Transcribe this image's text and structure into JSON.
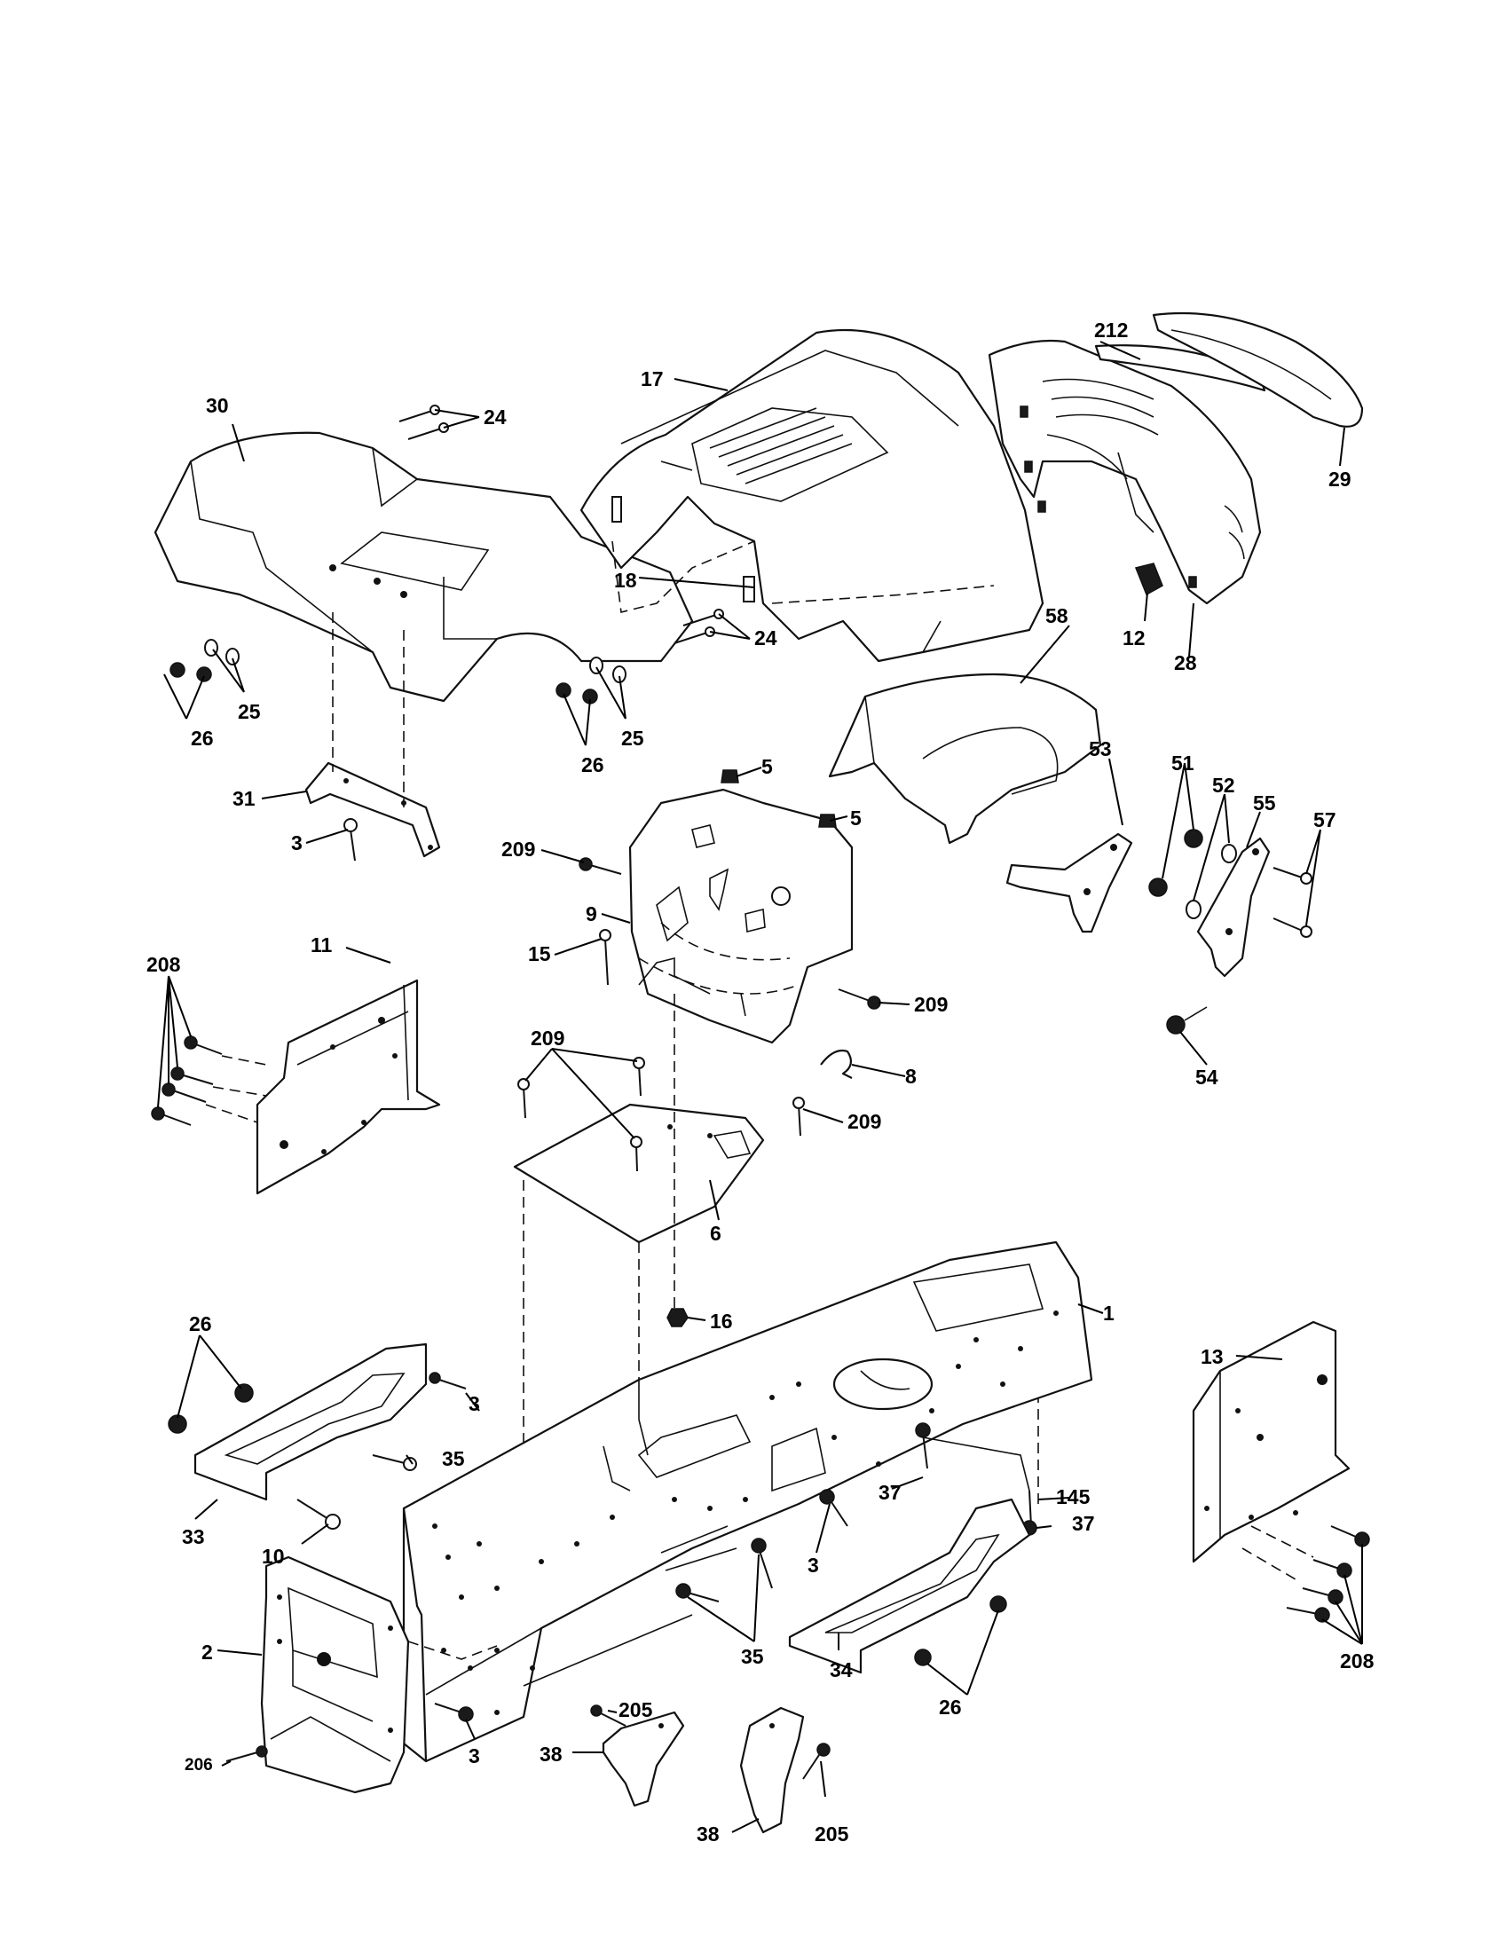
{
  "callouts": {
    "c17": "17",
    "c18": "18",
    "c24a": "24",
    "c24b": "24",
    "c25a": "25",
    "c25b": "25",
    "c26a": "26",
    "c26b": "26",
    "c26c": "26",
    "c26d": "26",
    "c30": "30",
    "c31": "31",
    "c3a": "3",
    "c3b": "3",
    "c3c": "3",
    "c3d": "3",
    "c212": "212",
    "c29": "29",
    "c12": "12",
    "c28": "28",
    "c58": "58",
    "c5a": "5",
    "c5b": "5",
    "c53": "53",
    "c51": "51",
    "c52": "52",
    "c55": "55",
    "c57": "57",
    "c54": "54",
    "c209a": "209",
    "c209b": "209",
    "c209c": "209",
    "c209d": "209",
    "c9": "9",
    "c15": "15",
    "c11": "11",
    "c208a": "208",
    "c208b": "208",
    "c8": "8",
    "c6": "6",
    "c16": "16",
    "c1": "1",
    "c13": "13",
    "c35a": "35",
    "c35b": "35",
    "c33": "33",
    "c10": "10",
    "c37a": "37",
    "c37b": "37",
    "c145": "145",
    "c34": "34",
    "c2": "2",
    "c206": "206",
    "c205a": "205",
    "c205b": "205",
    "c38a": "38",
    "c38b": "38"
  },
  "colors": {
    "ink": "#111111",
    "paper": "#ffffff"
  }
}
